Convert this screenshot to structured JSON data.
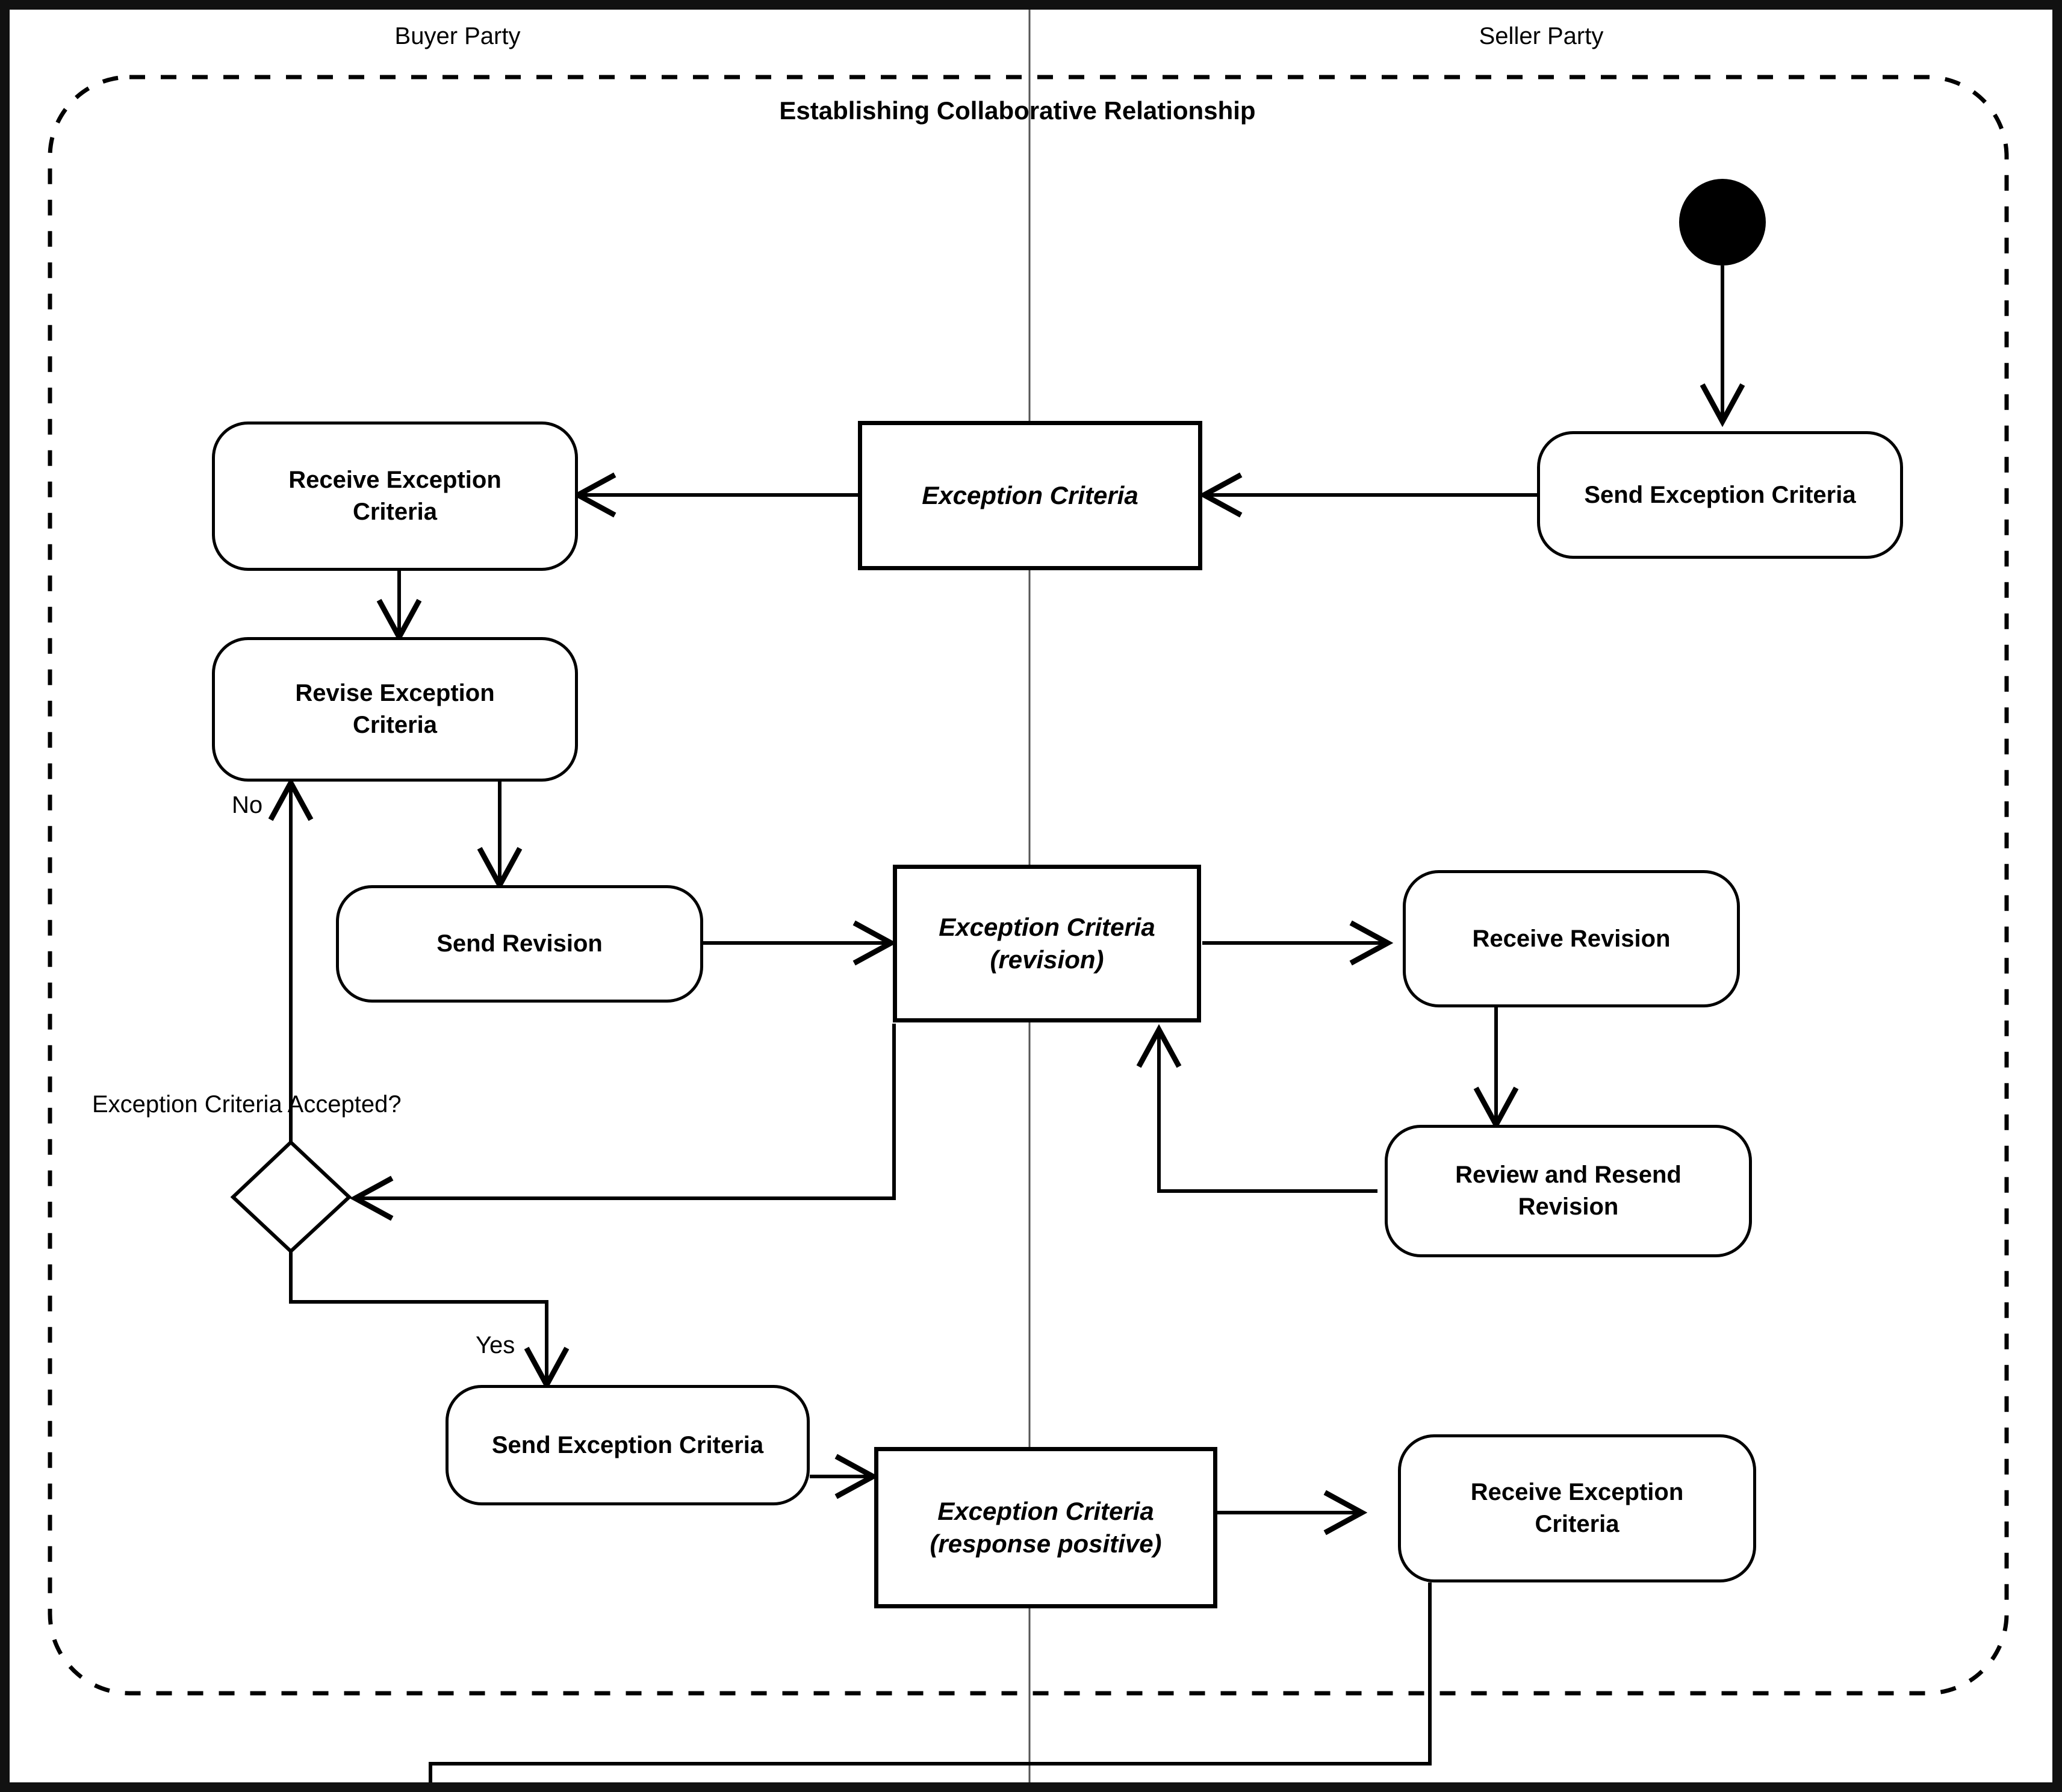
{
  "diagram": {
    "type": "uml-activity-diagram",
    "title": "Establishing Collaborative Relationship",
    "partitions": [
      {
        "id": "buyer",
        "label": "Buyer Party"
      },
      {
        "id": "seller",
        "label": "Seller Party"
      }
    ],
    "nodes": {
      "initial": {
        "kind": "initial-node",
        "partition": "seller"
      },
      "send_exception_criteria_seller": {
        "kind": "action",
        "label": "Send Exception Criteria",
        "partition": "seller"
      },
      "object_exception_criteria": {
        "kind": "object",
        "label": "Exception Criteria",
        "partition": "boundary"
      },
      "receive_exception_criteria_buyer": {
        "kind": "action",
        "label_line1": "Receive Exception",
        "label_line2": "Criteria",
        "partition": "buyer"
      },
      "revise_exception_criteria": {
        "kind": "action",
        "label_line1": "Revise Exception",
        "label_line2": "Criteria",
        "partition": "buyer"
      },
      "send_revision": {
        "kind": "action",
        "label": "Send Revision",
        "partition": "buyer"
      },
      "object_exception_criteria_revision": {
        "kind": "object",
        "label_line1": "Exception Criteria",
        "label_line2": "(revision)",
        "partition": "boundary"
      },
      "receive_revision": {
        "kind": "action",
        "label": "Receive Revision",
        "partition": "seller"
      },
      "review_and_resend_revision": {
        "kind": "action",
        "label_line1": "Review and Resend",
        "label_line2": "Revision",
        "partition": "seller"
      },
      "decision": {
        "kind": "decision",
        "label": "Exception Criteria Accepted?",
        "partition": "buyer"
      },
      "send_exception_criteria_buyer": {
        "kind": "action",
        "label": "Send Exception Criteria",
        "partition": "buyer"
      },
      "object_exception_criteria_response": {
        "kind": "object",
        "label_line1": "Exception Criteria",
        "label_line2": "(response positive)",
        "partition": "boundary"
      },
      "receive_exception_criteria_seller": {
        "kind": "action",
        "label_line1": "Receive Exception",
        "label_line2": "Criteria",
        "partition": "seller"
      }
    },
    "guards": {
      "no": "No",
      "yes": "Yes"
    },
    "edges": [
      {
        "from": "initial",
        "to": "send_exception_criteria_seller"
      },
      {
        "from": "send_exception_criteria_seller",
        "to": "object_exception_criteria"
      },
      {
        "from": "object_exception_criteria",
        "to": "receive_exception_criteria_buyer"
      },
      {
        "from": "receive_exception_criteria_buyer",
        "to": "revise_exception_criteria"
      },
      {
        "from": "revise_exception_criteria",
        "to": "send_revision"
      },
      {
        "from": "send_revision",
        "to": "object_exception_criteria_revision"
      },
      {
        "from": "object_exception_criteria_revision",
        "to": "receive_revision"
      },
      {
        "from": "receive_revision",
        "to": "review_and_resend_revision"
      },
      {
        "from": "review_and_resend_revision",
        "to": "object_exception_criteria_revision"
      },
      {
        "from": "object_exception_criteria_revision",
        "to": "decision"
      },
      {
        "from": "decision",
        "to": "revise_exception_criteria",
        "guard": "No"
      },
      {
        "from": "decision",
        "to": "send_exception_criteria_buyer",
        "guard": "Yes"
      },
      {
        "from": "send_exception_criteria_buyer",
        "to": "object_exception_criteria_response"
      },
      {
        "from": "object_exception_criteria_response",
        "to": "receive_exception_criteria_seller"
      },
      {
        "from": "receive_exception_criteria_seller",
        "to": "off-page-continuation"
      }
    ],
    "colors": {
      "stroke": "#000000",
      "background": "#ffffff",
      "frame_border": "#111111"
    }
  }
}
